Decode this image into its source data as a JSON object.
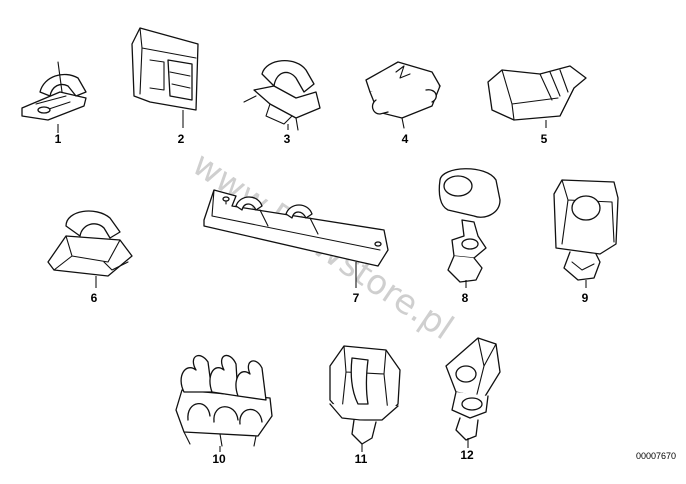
{
  "diagram": {
    "watermark": "www.BMWstore.pl",
    "catalog_code": "00007670",
    "parts": [
      {
        "label": "1"
      },
      {
        "label": "2"
      },
      {
        "label": "3"
      },
      {
        "label": "4"
      },
      {
        "label": "5"
      },
      {
        "label": "6"
      },
      {
        "label": "7"
      },
      {
        "label": "8"
      },
      {
        "label": "9"
      },
      {
        "label": "10"
      },
      {
        "label": "11"
      },
      {
        "label": "12"
      }
    ]
  }
}
